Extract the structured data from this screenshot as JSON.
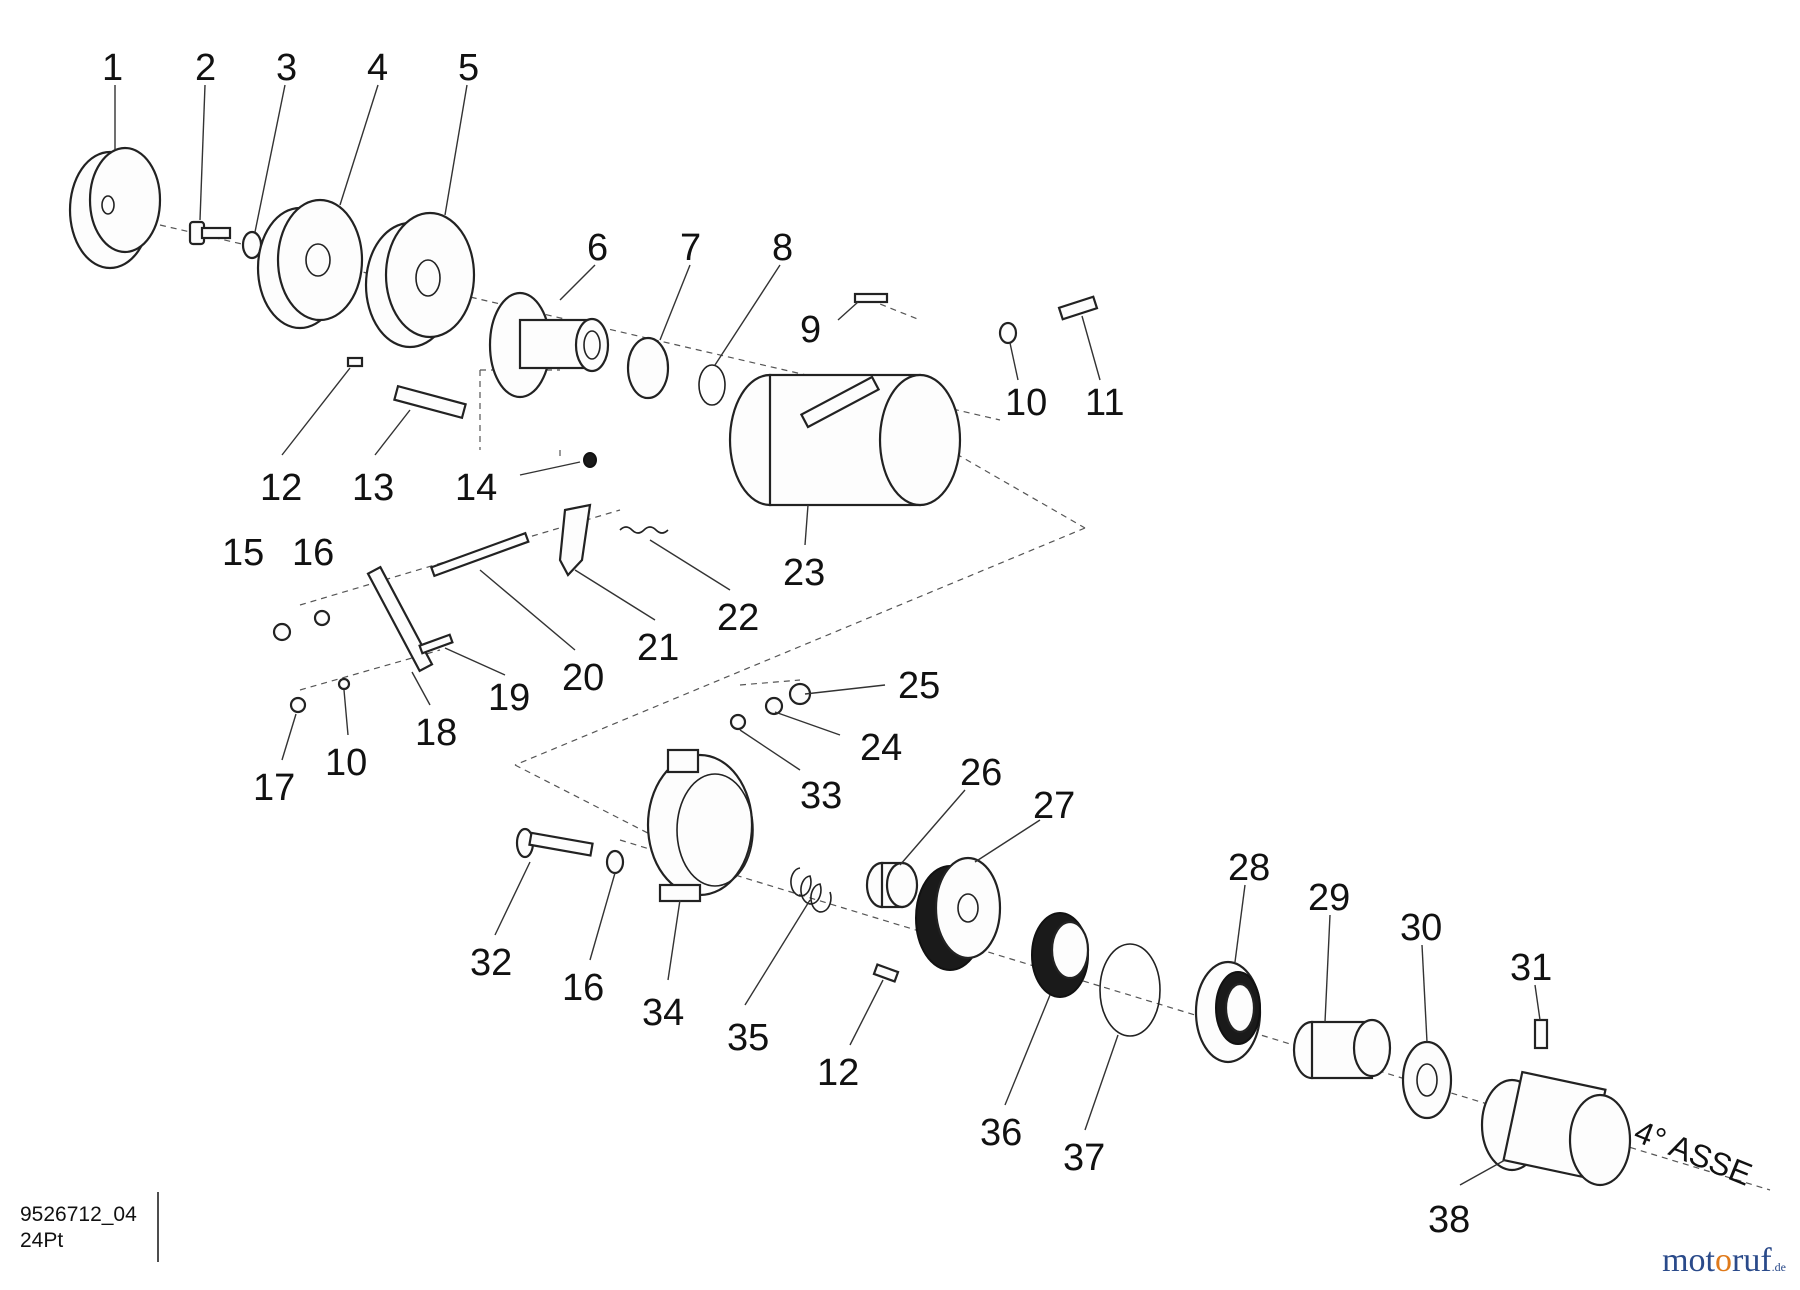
{
  "callouts": [
    "1",
    "2",
    "3",
    "4",
    "5",
    "6",
    "7",
    "8",
    "9",
    "10",
    "11",
    "12",
    "13",
    "14",
    "15",
    "16",
    "17",
    "18",
    "19",
    "20",
    "21",
    "22",
    "23",
    "24",
    "25",
    "26",
    "27",
    "28",
    "29",
    "30",
    "31",
    "32",
    "33",
    "34",
    "35",
    "36",
    "37",
    "38"
  ],
  "axis_label": "4° ASSE",
  "drawing_code": "9526712_04",
  "drawing_sub": "24Pt",
  "brand": {
    "pre": "mot",
    "o": "o",
    "post": "ruf",
    "tld": ".de"
  }
}
